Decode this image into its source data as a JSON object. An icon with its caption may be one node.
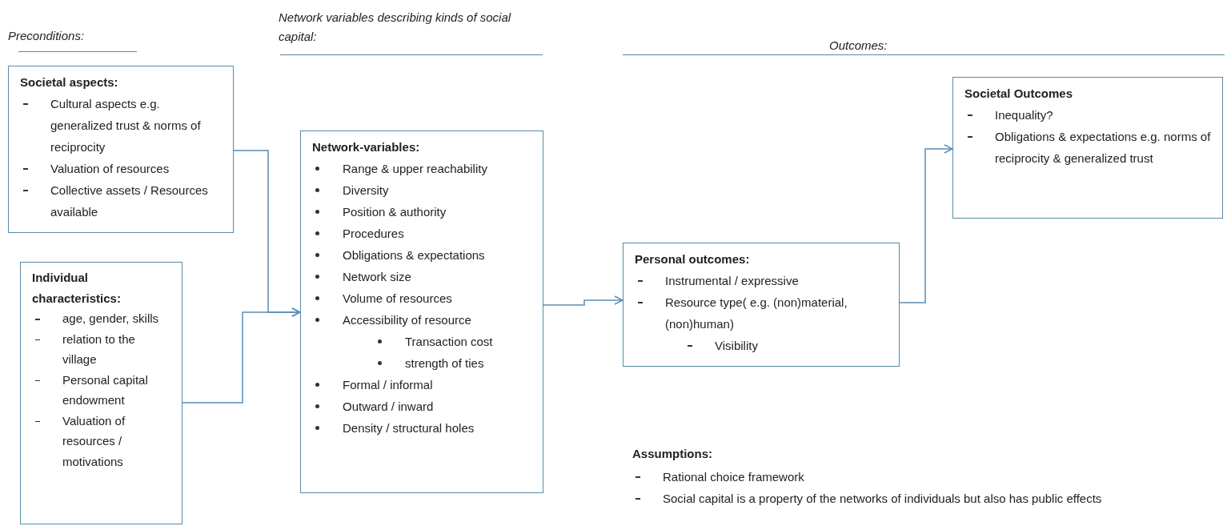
{
  "diagram": {
    "nodes": [
      {
        "text": [
          "Societal aspects:",
          "Cultural aspects e.g. generalized trust & norms of reciprocity",
          "Valuation of resources",
          "Collective assets / Resources available"
        ]
      },
      {
        "text": [
          "Individual characteristics:",
          "age, gender, skills",
          "relation to the village",
          "Personal capital endowment",
          "Valuation of resources / motivations"
        ]
      },
      {
        "text": [
          "Network-variables:",
          "Range & upper reachability",
          "Diversity",
          "Position & authority",
          "Procedures",
          "Obligations & expectations",
          "Network size",
          "Volume of resources",
          "Accessibility of resource",
          "Transaction cost",
          "strength of ties",
          "Formal / informal",
          "Outward / inward",
          "Density / structural holes"
        ]
      },
      {
        "text": [
          "Personal outcomes:",
          "Instrumental / expressive",
          "Resource type( e.g. (non)material, (non)human)",
          "Visibility"
        ]
      },
      {
        "text": [
          "Societal Outcomes",
          "Inequality?",
          "Obligations & expectations e.g. norms of reciprocity & generalized trust"
        ]
      }
    ],
    "edges": [
      {
        "from": 0,
        "to": 2,
        "arrow": "to"
      },
      {
        "from": 1,
        "to": 2,
        "arrow": "to"
      },
      {
        "from": 2,
        "to": 3,
        "arrow": "to"
      },
      {
        "from": 3,
        "to": 4,
        "arrow": "to"
      }
    ],
    "labels": [
      "Preconditions:",
      "Network variables describing kinds of social capital:",
      "Outcomes:",
      "Assumptions:",
      "Rational choice framework",
      "Social capital is a property of the networks of individuals but also has public effects"
    ]
  }
}
